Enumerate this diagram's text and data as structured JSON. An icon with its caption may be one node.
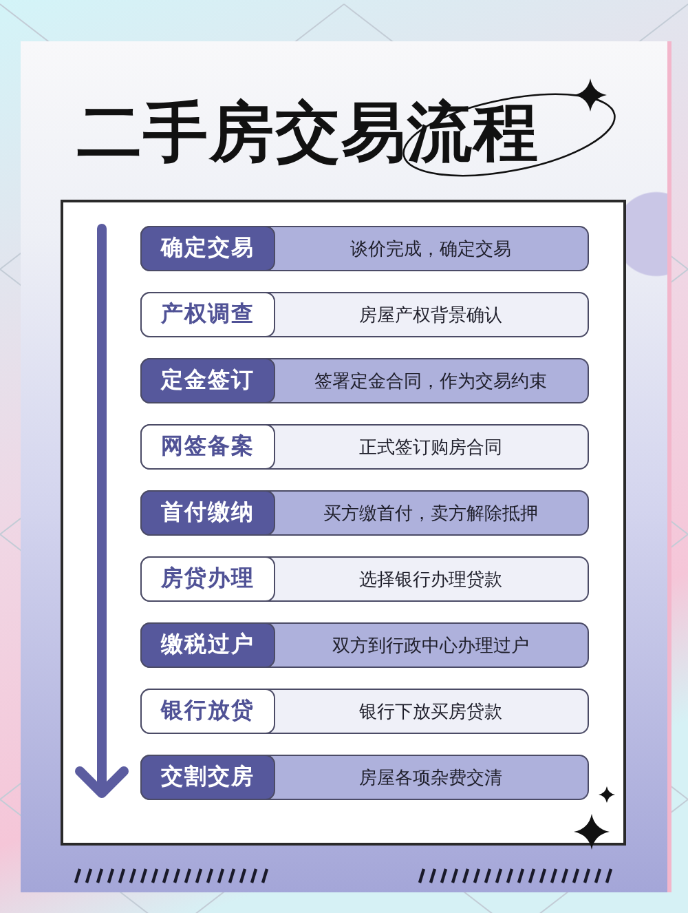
{
  "diagram": {
    "title": "二手房交易流程",
    "nodes": [
      {
        "text": [
          "确定交易",
          "谈价完成，确定交易"
        ]
      },
      {
        "text": [
          "产权调查",
          "房屋产权背景确认"
        ]
      },
      {
        "text": [
          "定金签订",
          "签署定金合同，作为交易约束"
        ]
      },
      {
        "text": [
          "网签备案",
          "正式签订购房合同"
        ]
      },
      {
        "text": [
          "首付缴纳",
          "买方缴首付，卖方解除抵押"
        ]
      },
      {
        "text": [
          "房贷办理",
          "选择银行办理贷款"
        ]
      },
      {
        "text": [
          "缴税过户",
          "双方到行政中心办理过户"
        ]
      },
      {
        "text": [
          "银行放贷",
          "银行下放买房贷款"
        ]
      },
      {
        "text": [
          "交割交房",
          "房屋各项杂费交清"
        ]
      }
    ]
  }
}
